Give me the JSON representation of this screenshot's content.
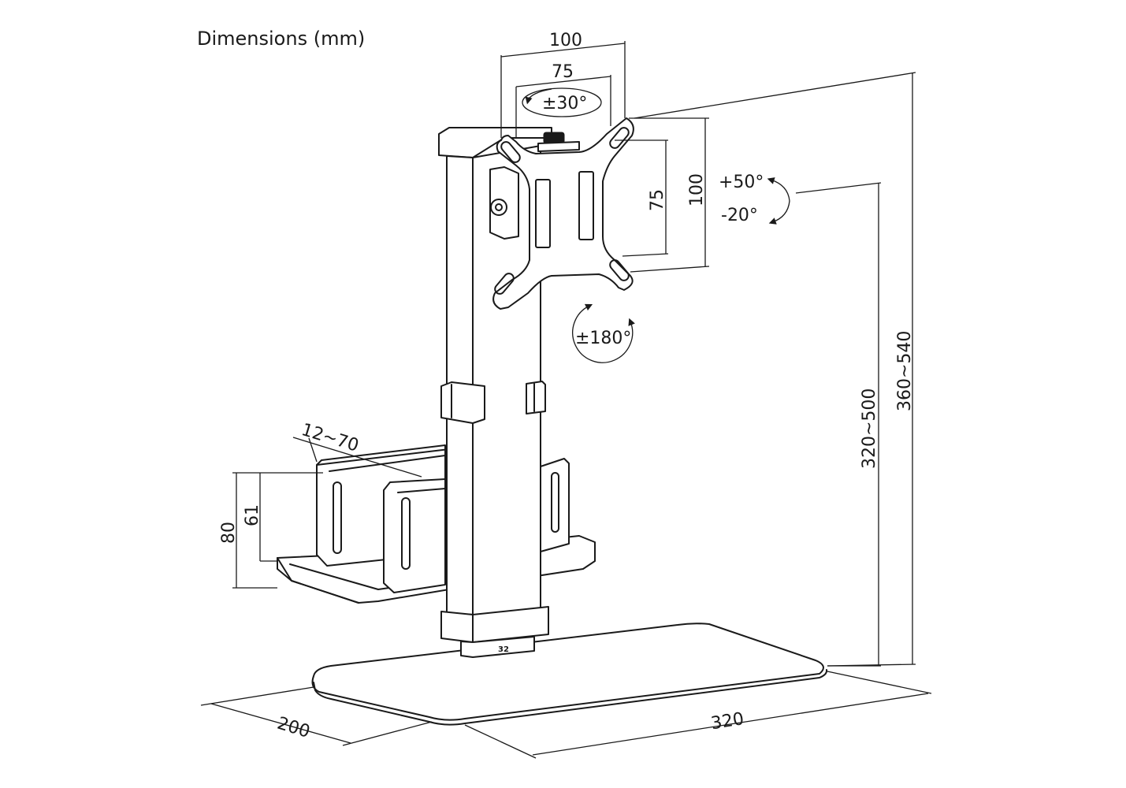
{
  "title": "Dimensions (mm)",
  "dimensions": {
    "vesa_width_outer": "100",
    "vesa_width_inner": "75",
    "vesa_height_outer": "100",
    "vesa_height_inner": "75",
    "swivel": "±30°",
    "tilt_up": "+50°",
    "tilt_down": "-20°",
    "rotation": "±180°",
    "height_mount": "320~500",
    "height_total": "360~540",
    "holder_width": "12~70",
    "holder_height_outer": "80",
    "holder_height_inner": "61",
    "base_depth": "200",
    "base_width": "320",
    "pole_marker": "32"
  }
}
